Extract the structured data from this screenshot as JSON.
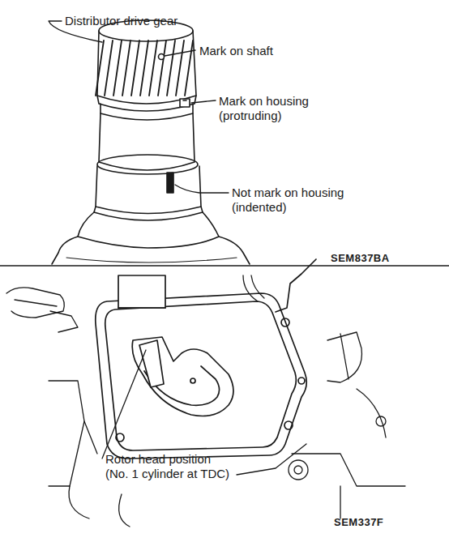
{
  "diagram": {
    "labels": [
      "Distributor drive gear",
      "Mark on shaft",
      "Mark on housing (protruding)",
      "Not mark on housing (indented)",
      "SEM837BA",
      "Rotor head position (No. 1 cylinder at TDC)",
      "SEM337F"
    ]
  }
}
